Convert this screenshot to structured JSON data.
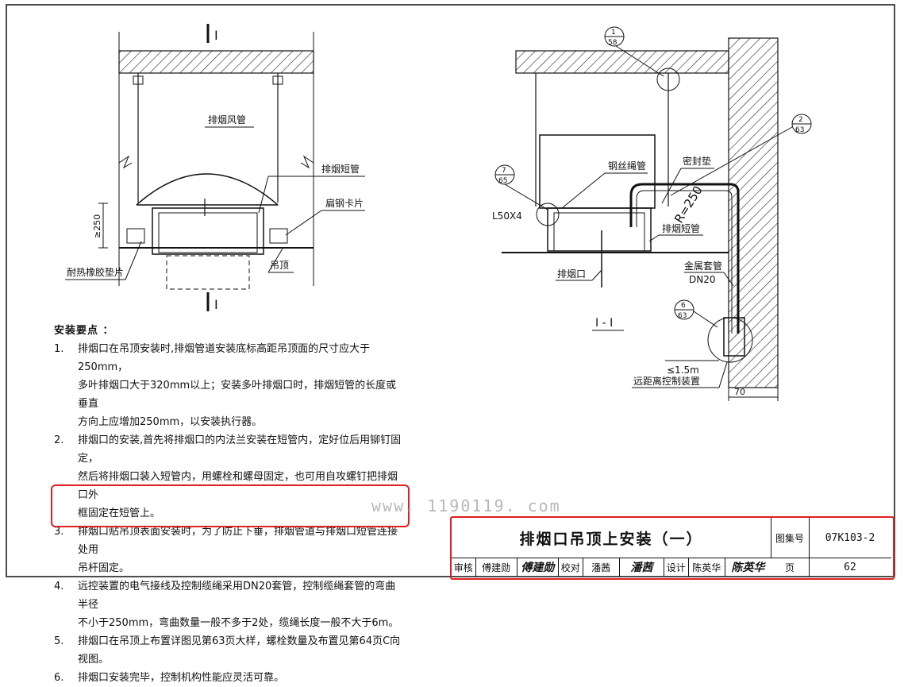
{
  "left_view": {
    "section_mark_top": "I",
    "section_mark_bottom": "I",
    "labels": {
      "duct": "排烟风管",
      "short_pipe": "排烟短管",
      "clip": "扁钢卡片",
      "gasket": "耐热橡胶垫片",
      "ceiling": "吊顶",
      "dim": "≥250"
    }
  },
  "right_view": {
    "section_title": "I - I",
    "labels": {
      "wire_pipe": "钢丝绳管",
      "seal": "密封垫",
      "angle": "L50X4",
      "short_pipe": "排烟短管",
      "metal_sleeve": "金属套管",
      "dn": "DN20",
      "outlet": "排烟口",
      "radius": "R=250",
      "dist": "≤1.5m",
      "remote": "远距离控制装置",
      "dim70": "70"
    },
    "refs": [
      {
        "top": "1",
        "bottom": "58"
      },
      {
        "top": "2",
        "bottom": "63"
      },
      {
        "top": "7",
        "bottom": "65"
      },
      {
        "top": "6",
        "bottom": "63"
      }
    ]
  },
  "notes": {
    "heading": "安装要点 ：",
    "items": [
      {
        "num": "1.",
        "lines": [
          "排烟口在吊顶安装时,排烟管道安装底标高距吊顶面的尺寸应大于250mm，",
          "多叶排烟口大于320mm以上；安装多叶排烟口时，排烟短管的长度或垂直",
          "方向上应增加250mm，以安装执行器。"
        ]
      },
      {
        "num": "2.",
        "lines": [
          "排烟口的安装,首先将排烟口的内法兰安装在短管内，定好位后用铆钉固定，",
          "然后将排烟口装入短管内，用螺栓和螺母固定，也可用自攻螺钉把排烟口外",
          "框固定在短管上。"
        ]
      },
      {
        "num": "3.",
        "lines": [
          "排烟口贴吊顶表面安装时，为了防止下垂，排烟管道与排烟口短管连接处用",
          "吊杆固定。"
        ]
      },
      {
        "num": "4.",
        "lines": [
          "远控装置的电气接线及控制缆绳采用DN20套管，控制缆绳套管的弯曲半径",
          "不小于250mm，弯曲数量一般不多于2处，缆绳长度一般不大于6m。"
        ]
      },
      {
        "num": "5.",
        "lines": [
          "排烟口在吊顶上布置详图见第63页大样，螺栓数量及布置见第64页C向视图。"
        ]
      },
      {
        "num": "6.",
        "lines": [
          "排烟口安装完毕，控制机构性能应灵活可靠。"
        ]
      }
    ]
  },
  "watermark": "www. 1190119. com",
  "title_block": {
    "title": "排烟口吊顶上安装（一）",
    "atlas_label": "图集号",
    "atlas_no": "07K103-2",
    "page_label": "页",
    "page_no": "62",
    "review_label": "审核",
    "reviewer": "傅建勋",
    "check_label": "校对",
    "checker": "潘茜",
    "design_label": "设计",
    "designer": "陈英华"
  },
  "colors": {
    "highlight": "#e02020",
    "ink": "#111111"
  }
}
